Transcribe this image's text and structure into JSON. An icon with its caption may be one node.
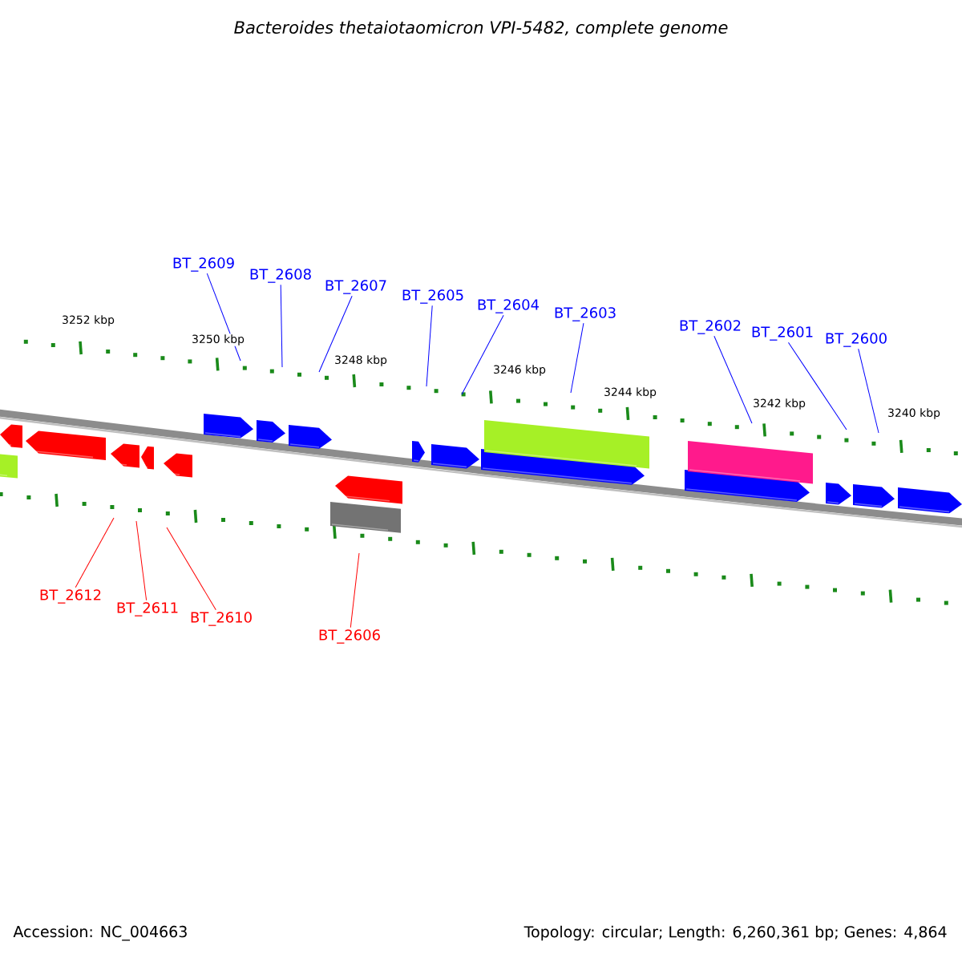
{
  "diagram": {
    "title": "Bacteroides thetaiotaomicron VPI-5482, complete genome",
    "nodes": [
      {
        "text": [
          "BT_2609"
        ]
      },
      {
        "text": [
          "BT_2608"
        ]
      },
      {
        "text": [
          "BT_2607"
        ]
      },
      {
        "text": [
          "BT_2605"
        ]
      },
      {
        "text": [
          "BT_2604"
        ]
      },
      {
        "text": [
          "BT_2603"
        ]
      },
      {
        "text": [
          "BT_2602"
        ]
      },
      {
        "text": [
          "BT_2601"
        ]
      },
      {
        "text": [
          "BT_2600"
        ]
      },
      {
        "text": [
          "BT_2612"
        ]
      },
      {
        "text": [
          "BT_2611"
        ]
      },
      {
        "text": [
          "BT_2610"
        ]
      },
      {
        "text": [
          "BT_2606"
        ]
      }
    ],
    "edges": [
      {
        "from": 0,
        "to": null,
        "arrow": "none"
      },
      {
        "from": 1,
        "to": null,
        "arrow": "none"
      },
      {
        "from": 2,
        "to": null,
        "arrow": "none"
      },
      {
        "from": 3,
        "to": null,
        "arrow": "none"
      },
      {
        "from": 4,
        "to": null,
        "arrow": "none"
      },
      {
        "from": 5,
        "to": null,
        "arrow": "none"
      },
      {
        "from": 6,
        "to": null,
        "arrow": "none"
      },
      {
        "from": 7,
        "to": null,
        "arrow": "none"
      },
      {
        "from": 8,
        "to": null,
        "arrow": "none"
      },
      {
        "from": 9,
        "to": null,
        "arrow": "none",
        "color": "#ff0000"
      },
      {
        "from": 10,
        "to": null,
        "arrow": "none",
        "color": "#ff0000"
      },
      {
        "from": 11,
        "to": null,
        "arrow": "none",
        "color": "#ff0000"
      },
      {
        "from": 12,
        "to": null,
        "arrow": "none",
        "color": "#ff0000"
      }
    ],
    "labels": [
      "3252 kbp",
      "3250 kbp",
      "3248 kbp",
      "3246 kbp",
      "3244 kbp",
      "3242 kbp",
      "3240 kbp",
      "Accession: NC_004663",
      "Topology: circular; Length: 6,260,361 bp; Genes: 4,864"
    ]
  }
}
